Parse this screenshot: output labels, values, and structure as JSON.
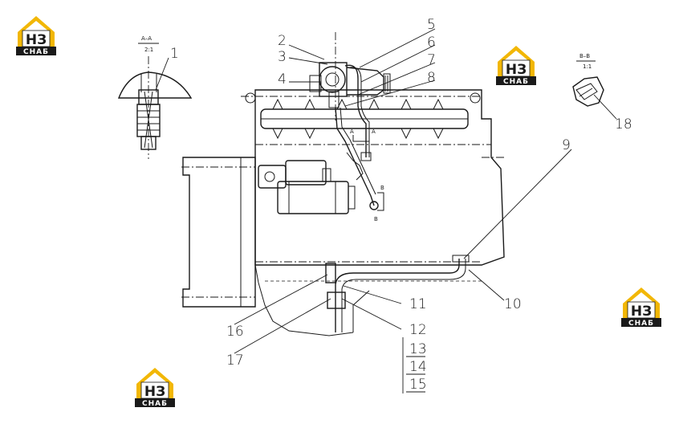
{
  "brand": {
    "logo_letters": "НЗ",
    "logo_text": "СНАБ",
    "colors": {
      "roof": "#f2b705",
      "dark": "#1a1a1a",
      "light": "#ffffff"
    }
  },
  "section_labels": {
    "aa_title": "A–A",
    "aa_scale": "2:1",
    "bb_title": "B–B",
    "bb_scale": "1:1",
    "a_mark_1": "A",
    "a_mark_2": "A",
    "b_mark_1": "B",
    "b_mark_2": "B"
  },
  "callouts": [
    "1",
    "2",
    "3",
    "4",
    "5",
    "6",
    "7",
    "8",
    "9",
    "10",
    "11",
    "12",
    "13",
    "14",
    "15",
    "16",
    "17",
    "18"
  ],
  "colors": {
    "line": "#1a1a1a",
    "background": "#ffffff"
  }
}
